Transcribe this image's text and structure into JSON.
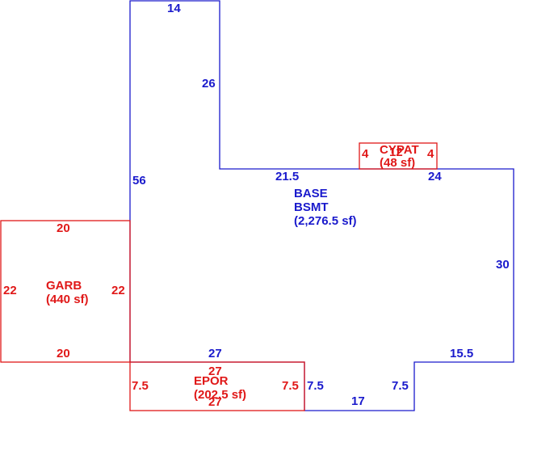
{
  "colors": {
    "base": "#1a1acc",
    "additions": "#e01818",
    "background": "#ffffff"
  },
  "base": {
    "code": "BASE",
    "subcode": "BSMT",
    "area": "(2,276.5 sf)",
    "dims": {
      "top": "14",
      "upper_right": "26",
      "left_long": "56",
      "step_top": "21.5",
      "right_top": "24",
      "right": "30",
      "right_bottom": "15.5",
      "notch_right": "7.5",
      "notch_bottom": "17",
      "notch_left": "7.5",
      "bottom": "27"
    }
  },
  "garage": {
    "code": "GARB",
    "area": "(440 sf)",
    "dims": {
      "top": "20",
      "bottom": "20",
      "left": "22",
      "right": "22"
    }
  },
  "porch": {
    "code": "EPOR",
    "area": "(202.5 sf)",
    "dims": {
      "top": "27",
      "bottom": "27",
      "left": "7.5",
      "right": "7.5"
    }
  },
  "patio": {
    "code": "CYPAT",
    "area": "(48 sf)",
    "dims": {
      "top": "12",
      "left": "4",
      "right": "4"
    }
  }
}
